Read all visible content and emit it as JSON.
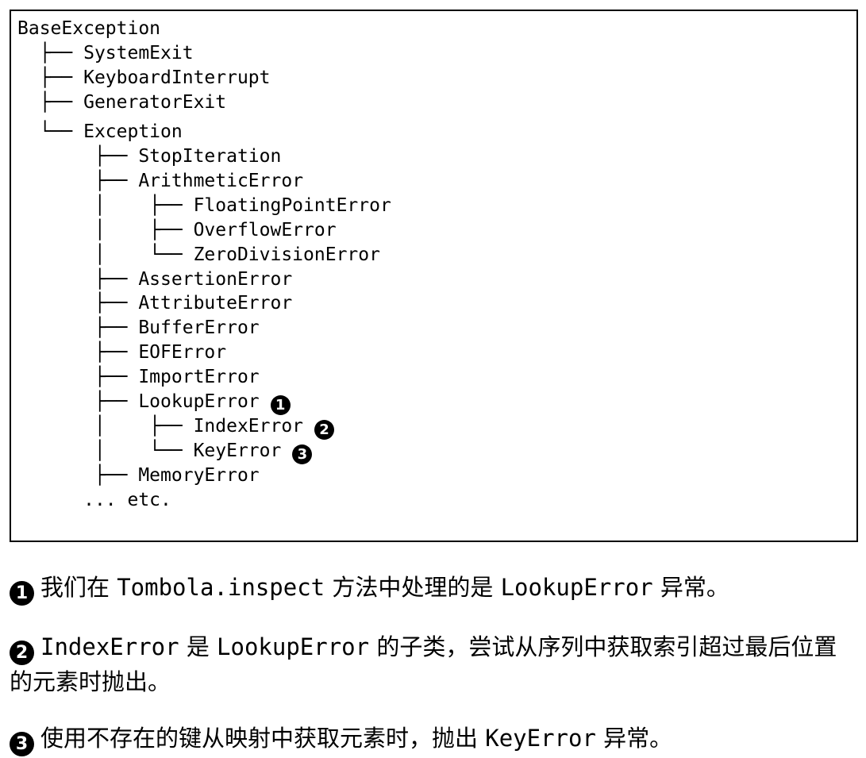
{
  "tree": {
    "root": "BaseException",
    "nodes": [
      {
        "prefix": "  ├── ",
        "label": "SystemExit"
      },
      {
        "prefix": "  ├── ",
        "label": "KeyboardInterrupt"
      },
      {
        "prefix": "  ├── ",
        "label": "GeneratorExit"
      },
      {
        "prefix": "  └── ",
        "label": "Exception"
      },
      {
        "prefix": "       ├── ",
        "label": "StopIteration"
      },
      {
        "prefix": "       ├── ",
        "label": "ArithmeticError"
      },
      {
        "prefix": "       │    ├── ",
        "label": "FloatingPointError"
      },
      {
        "prefix": "       │    ├── ",
        "label": "OverflowError"
      },
      {
        "prefix": "       │    └── ",
        "label": "ZeroDivisionError"
      },
      {
        "prefix": "       ├── ",
        "label": "AssertionError"
      },
      {
        "prefix": "       ├── ",
        "label": "AttributeError"
      },
      {
        "prefix": "       ├── ",
        "label": "BufferError"
      },
      {
        "prefix": "       ├── ",
        "label": "EOFError"
      },
      {
        "prefix": "       ├── ",
        "label": "ImportError"
      },
      {
        "prefix": "       ├── ",
        "label": "LookupError",
        "callout": "1"
      },
      {
        "prefix": "       │    ├── ",
        "label": "IndexError",
        "callout": "2"
      },
      {
        "prefix": "       │    └── ",
        "label": "KeyError",
        "callout": "3"
      },
      {
        "prefix": "       ├── ",
        "label": "MemoryError"
      },
      {
        "prefix": "      ",
        "label": "... etc."
      }
    ]
  },
  "notes": [
    {
      "callout": "1",
      "parts": [
        {
          "text": "我们在 ",
          "code": false
        },
        {
          "text": "Tombola.inspect",
          "code": true
        },
        {
          "text": " 方法中处理的是 ",
          "code": false
        },
        {
          "text": "LookupError",
          "code": true
        },
        {
          "text": " 异常。",
          "code": false
        }
      ]
    },
    {
      "callout": "2",
      "parts": [
        {
          "text": "IndexError",
          "code": true
        },
        {
          "text": " 是 ",
          "code": false
        },
        {
          "text": "LookupError",
          "code": true
        },
        {
          "text": " 的子类，尝试从序列中获取索引超过最后位置的元素时抛出。",
          "code": false
        }
      ]
    },
    {
      "callout": "3",
      "parts": [
        {
          "text": "使用不存在的键从映射中获取元素时，抛出 ",
          "code": false
        },
        {
          "text": "KeyError",
          "code": true
        },
        {
          "text": " 异常。",
          "code": false
        }
      ]
    }
  ]
}
